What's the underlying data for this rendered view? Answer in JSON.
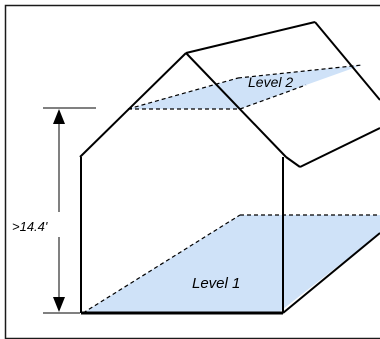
{
  "labels": {
    "level_2": "Level 2",
    "level_1": "Level 1",
    "height": ">14.4'"
  },
  "colors": {
    "floor_fill": "#cfe2f8",
    "line": "#000000",
    "frame": "#1a1a1a"
  }
}
